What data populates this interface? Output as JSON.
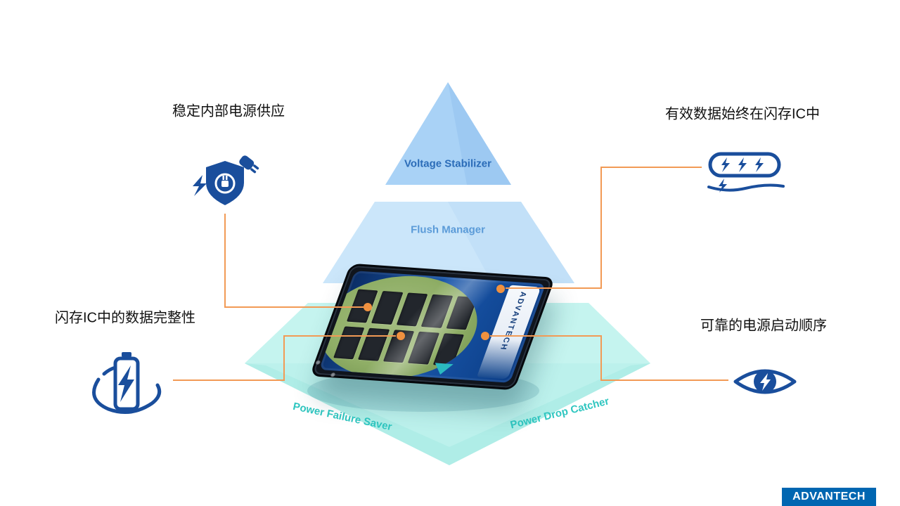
{
  "pyramid": {
    "top_label": "Voltage Stabilizer",
    "middle_label": "Flush Manager",
    "bottom_left_label": "Power Failure Saver",
    "bottom_right_label": "Power Drop Catcher"
  },
  "callouts": {
    "top_left": {
      "text": "稳定内部电源供应",
      "icon": "plug-shield-icon"
    },
    "top_right": {
      "text": "有效数据始终在闪存IC中",
      "icon": "flash-module-icon"
    },
    "bottom_left": {
      "text": "闪存IC中的数据完整性",
      "icon": "battery-lightning-icon"
    },
    "bottom_right": {
      "text": "可靠的电源启动顺序",
      "icon": "eye-power-icon"
    }
  },
  "device": {
    "brand_text": "ADVANTECH"
  },
  "logo": {
    "text": "ADVANTECH"
  },
  "colors": {
    "pyramid_top": "#a9d2f6",
    "pyramid_middle": "#cbe6fa",
    "pyramid_base": "#bcf1ec",
    "label_dark_blue": "#2b6cb8",
    "label_light_blue": "#5b9bd8",
    "label_teal": "#2fc6c0",
    "icon_navy": "#1a4e9c",
    "connector_orange": "#f29a55",
    "logo_blue": "#0066b1"
  }
}
